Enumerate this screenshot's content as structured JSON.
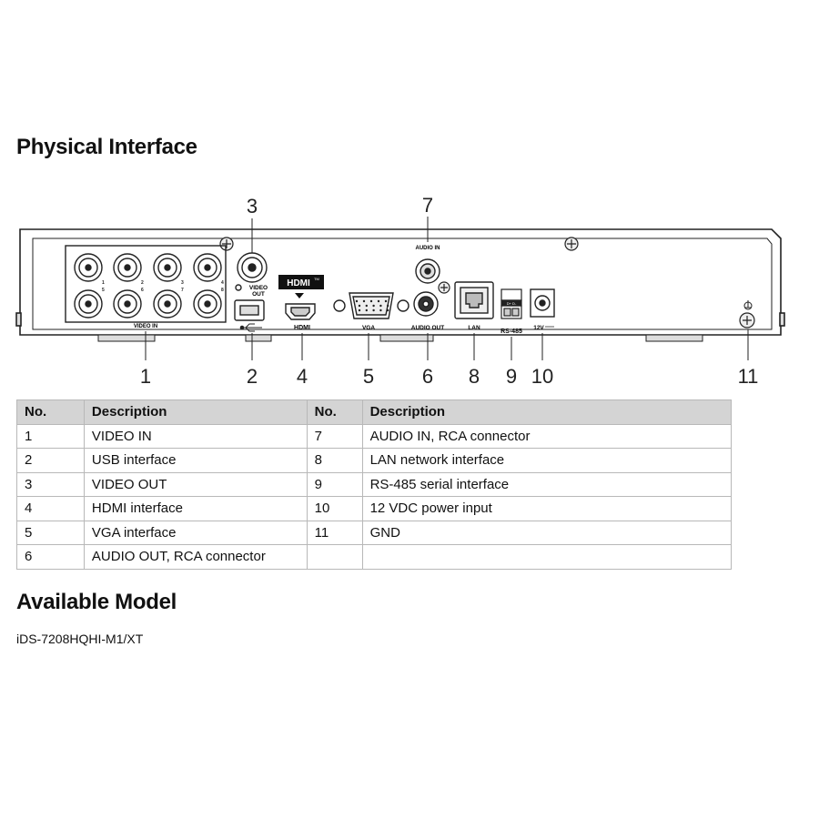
{
  "sections": {
    "physical_interface_title": "Physical Interface",
    "available_model_title": "Available Model",
    "model_name": "iDS-7208HQHI-M1/XT"
  },
  "panel": {
    "video_in": "VIDEO IN",
    "video_out_line1": "VIDEO",
    "video_out_line2": "OUT",
    "hdmi_badge": "HDMI",
    "hdmi_tm": "TM",
    "hdmi_label": "HDMI",
    "vga": "VGA",
    "audio_in": "AUDIO IN",
    "audio_out": "AUDIO OUT",
    "lan": "LAN",
    "rs485": "RS-485",
    "rs485_pins": "D+ D-",
    "power": "12V",
    "ports": [
      "1",
      "2",
      "3",
      "4",
      "5",
      "6",
      "7",
      "8"
    ],
    "callouts": [
      "1",
      "2",
      "3",
      "4",
      "5",
      "6",
      "7",
      "8",
      "9",
      "10",
      "11"
    ]
  },
  "table": {
    "headers": [
      "No.",
      "Description",
      "No.",
      "Description"
    ],
    "rows": [
      [
        "1",
        "VIDEO IN",
        "7",
        "AUDIO IN, RCA connector"
      ],
      [
        "2",
        "USB interface",
        "8",
        "LAN network interface"
      ],
      [
        "3",
        "VIDEO OUT",
        "9",
        "RS-485 serial interface"
      ],
      [
        "4",
        "HDMI interface",
        "10",
        "12 VDC power input"
      ],
      [
        "5",
        "VGA interface",
        "11",
        "GND"
      ],
      [
        "6",
        "AUDIO OUT, RCA connector",
        "",
        ""
      ]
    ]
  }
}
